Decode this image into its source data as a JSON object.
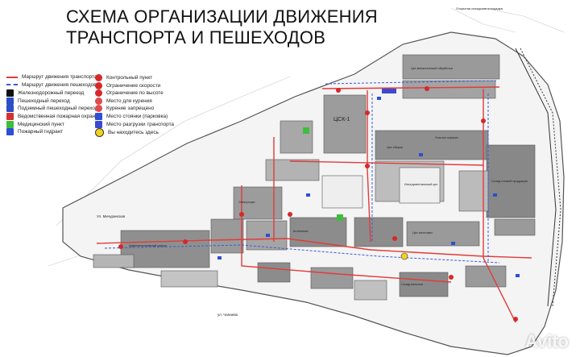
{
  "title": {
    "line1": "СХЕМА ОРГАНИЗАЦИИ ДВИЖЕНИЯ",
    "line2": "ТРАНСПОРТА И ПЕШЕХОДОВ"
  },
  "legend_left": [
    {
      "text": "Маршрут движения транспорта",
      "color": "#e23b3b",
      "icon": "red-line"
    },
    {
      "text": "Маршрут движения пешеходов",
      "color": "#3a5bd9",
      "icon": "dashed-line"
    },
    {
      "text": "Железнодорожный переезд",
      "color": "#111111",
      "icon": "rail-crossing"
    },
    {
      "text": "Пешеходный переход",
      "color": "#2b4ec9",
      "icon": "crosswalk-icon"
    },
    {
      "text": "Подземный пешеходный переход",
      "color": "#2b4ec9",
      "icon": "underpass-icon"
    },
    {
      "text": "Ведомственная пожарная охрана",
      "color": "#d23232",
      "icon": "fire-station-icon"
    },
    {
      "text": "Медицинский пункт",
      "color": "#3cbf3c",
      "icon": "medical-icon"
    },
    {
      "text": "Пожарный гидрант",
      "color": "#2d4fd2",
      "icon": "hydrant-icon"
    }
  ],
  "legend_right": [
    {
      "text": "Контрольный пункт",
      "color": "#d62828",
      "icon": "checkpoint-icon"
    },
    {
      "text": "Ограничение скорости",
      "color": "#d62828",
      "icon": "speed-limit-icon"
    },
    {
      "text": "Ограничение по высоте",
      "color": "#d62828",
      "icon": "height-limit-icon"
    },
    {
      "text": "Место для курения",
      "color": "#e04a4a",
      "icon": "smoking-icon"
    },
    {
      "text": "Курение запрещено",
      "color": "#e04a4a",
      "icon": "no-smoking-icon"
    },
    {
      "text": "Место стоянки (парковка)",
      "color": "#2d4fd2",
      "icon": "parking-icon"
    },
    {
      "text": "Место разгрузки транспорта",
      "color": "#3b4bd0",
      "icon": "unloading-icon"
    },
    {
      "text": "Вы находитесь здесь",
      "color": "#f2d21b",
      "icon": "you-are-here-icon"
    }
  ],
  "labels": {
    "csk1": "ЦСК-1",
    "top_right_note": "Открытая складская площадка",
    "entrance": "Ул. Мичуринская",
    "street_bottom": "ул. Чапаева",
    "avito": "Avito"
  },
  "buildings": [
    {
      "name": "Цех механической обработки"
    },
    {
      "name": "Цех сборки"
    },
    {
      "name": "Участок окраски"
    },
    {
      "name": "Склад готовой продукции"
    },
    {
      "name": "Административный корпус"
    },
    {
      "name": "Котельная"
    },
    {
      "name": "Цех заготовки"
    },
    {
      "name": "Электроцех"
    },
    {
      "name": "Склад металла"
    },
    {
      "name": "Инструментальный цех"
    }
  ]
}
